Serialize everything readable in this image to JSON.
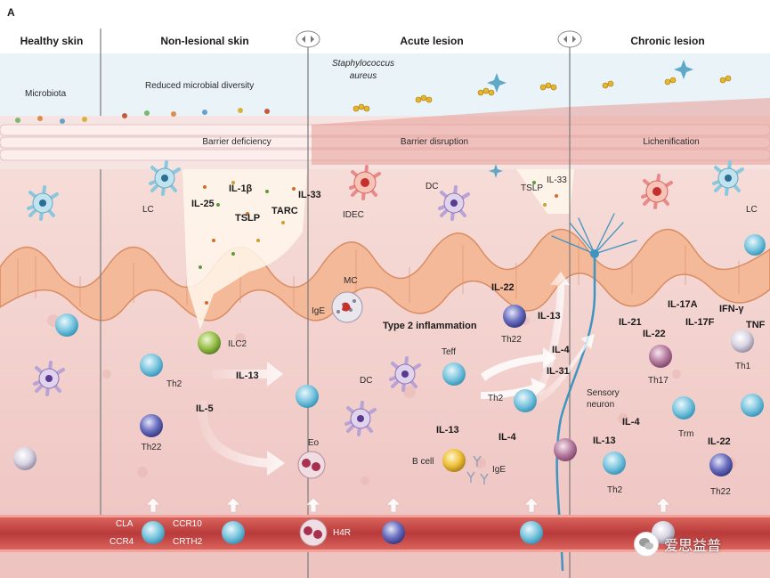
{
  "panel_letter": "A",
  "stages": [
    "Healthy skin",
    "Non-lesional skin",
    "Acute lesion",
    "Chronic lesion"
  ],
  "surface": {
    "microbiota": "Microbiota",
    "reduced_diversity": "Reduced microbial diversity",
    "staph_line1": "Staphylococcus",
    "staph_line2": "aureus"
  },
  "epidermis": {
    "barrier_deficiency": "Barrier deficiency",
    "barrier_disruption": "Barrier disruption",
    "lichenification": "Lichenification"
  },
  "cytokines": {
    "il1b": "IL-1β",
    "il25": "IL-25",
    "tslp": "TSLP",
    "tarc": "TARC",
    "il33": "IL-33",
    "tslp2": "TSLP",
    "il33b": "IL-33",
    "il22": "IL-22",
    "il13a": "IL-13",
    "il4a": "IL-4",
    "il31": "IL-31",
    "il13b": "IL-13",
    "il5": "IL-5",
    "il13c": "IL-13",
    "il4b": "IL-4",
    "il21": "IL-21",
    "il22b": "IL-22",
    "il17a": "IL-17A",
    "il17f": "IL-17F",
    "ifng": "IFN-γ",
    "tnf": "TNF",
    "il4c": "IL-4",
    "il13d": "IL-13",
    "il22c": "IL-22"
  },
  "cells": {
    "lc1": "LC",
    "lc2": "LC",
    "idec": "IDEC",
    "dc1": "DC",
    "dc2": "DC",
    "mc": "MC",
    "ige1": "IgE",
    "ilc2": "ILC2",
    "th2a": "Th2",
    "th22a": "Th22",
    "eo": "Eo",
    "teff": "Teff",
    "th2b": "Th2",
    "th22b": "Th22",
    "bcell": "B cell",
    "ige2": "IgE",
    "sensory_line1": "Sensory",
    "sensory_line2": "neuron",
    "th17": "Th17",
    "th1": "Th1",
    "trm": "Trm",
    "th2c": "Th2",
    "th22c": "Th22"
  },
  "type2": "Type 2 inflammation",
  "vessel": {
    "cla": "CLA",
    "ccr10": "CCR10",
    "ccr4": "CCR4",
    "crth2": "CRTH2",
    "h4r": "H4R"
  },
  "watermark": "爱思益普",
  "colors": {
    "dermis": "#f3d7d3",
    "epidermis": "#f2c4a8",
    "keratin": "#f6e6e4",
    "vessel": "#c44a47",
    "tcell": "#5fb7d4",
    "th22": "#4a4f9a",
    "ilc2": "#7fa83a",
    "bcell": "#e3b52a",
    "eo": "#b33a5a"
  }
}
